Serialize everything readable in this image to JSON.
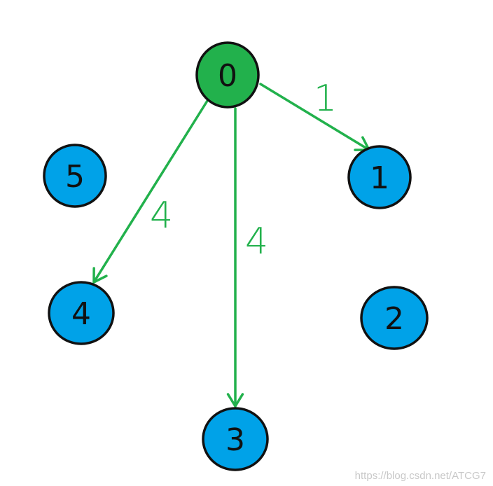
{
  "diagram": {
    "type": "directed-weighted-graph",
    "colors": {
      "start_node_fill": "#22b14c",
      "node_fill": "#00a2e8",
      "node_stroke": "#111111",
      "edge_color": "#22b14c"
    },
    "nodes": [
      {
        "id": "0",
        "label": "0",
        "role": "source"
      },
      {
        "id": "1",
        "label": "1"
      },
      {
        "id": "2",
        "label": "2"
      },
      {
        "id": "3",
        "label": "3"
      },
      {
        "id": "4",
        "label": "4"
      },
      {
        "id": "5",
        "label": "5"
      }
    ],
    "edges": [
      {
        "from": "0",
        "to": "1",
        "weight": "1"
      },
      {
        "from": "0",
        "to": "3",
        "weight": "4"
      },
      {
        "from": "0",
        "to": "4",
        "weight": "4"
      }
    ]
  },
  "watermark": "https://blog.csdn.net/ATCG7"
}
